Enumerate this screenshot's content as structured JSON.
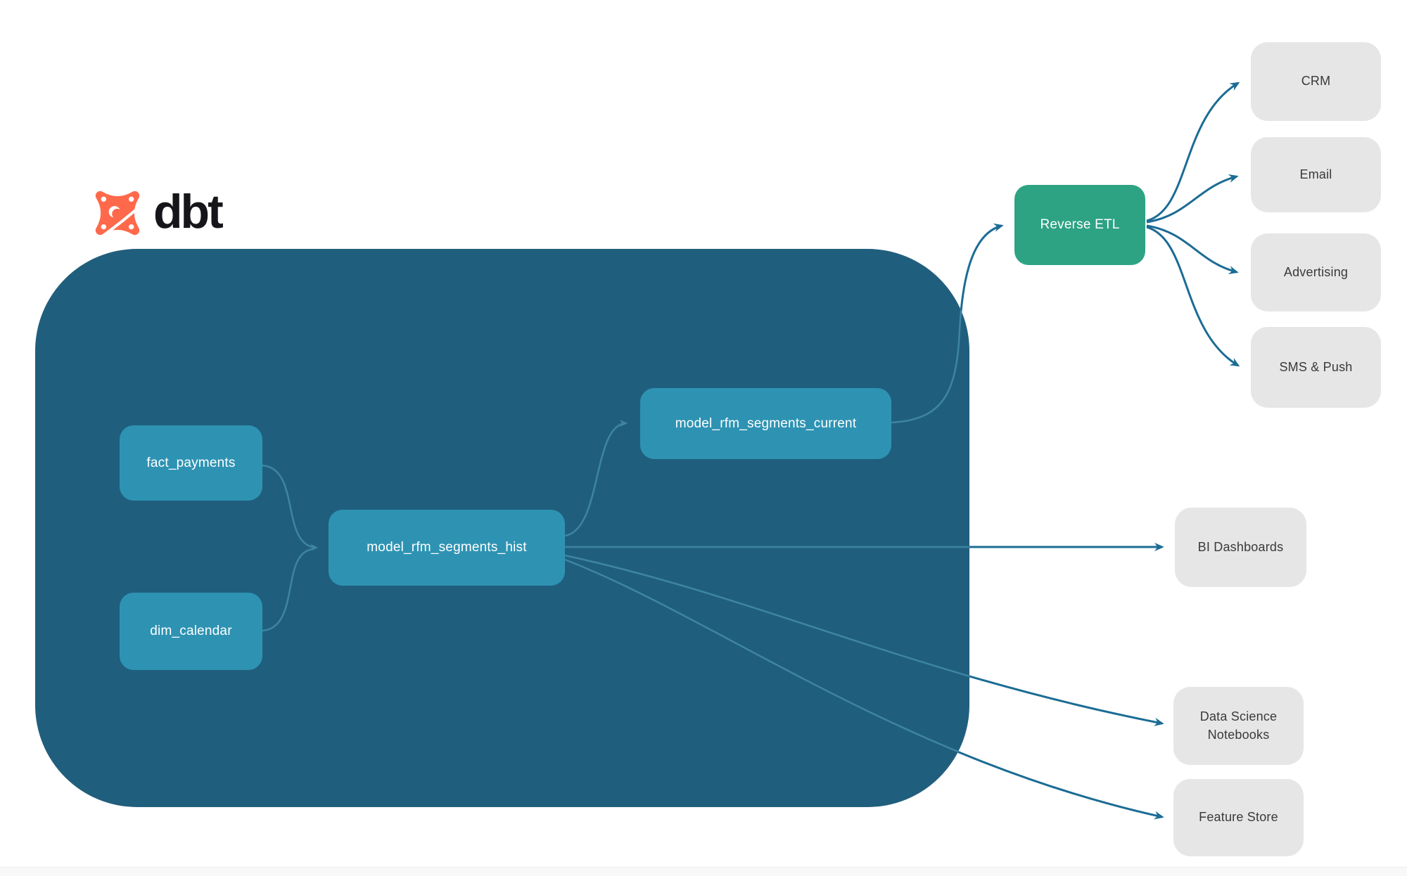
{
  "brand": {
    "name": "dbt",
    "logo_color": "#ff694b",
    "wordmark_color": "#16161a"
  },
  "diagram": {
    "warehouse": {
      "background_color": "#205e7d",
      "node_color": "#2e93b3",
      "nodes": [
        {
          "id": "fact_payments",
          "label": "fact_payments"
        },
        {
          "id": "dim_calendar",
          "label": "dim_calendar"
        },
        {
          "id": "model_rfm_segments_hist",
          "label": "model_rfm_segments_hist"
        },
        {
          "id": "model_rfm_segments_current",
          "label": "model_rfm_segments_current"
        }
      ]
    },
    "reverse_etl": {
      "id": "reverse_etl",
      "label": "Reverse ETL",
      "color": "#2da384"
    },
    "destination_color": "#e6e6e6",
    "destinations": [
      {
        "id": "crm",
        "label": "CRM"
      },
      {
        "id": "email",
        "label": "Email"
      },
      {
        "id": "advertising",
        "label": "Advertising"
      },
      {
        "id": "sms_push",
        "label": "SMS & Push"
      },
      {
        "id": "bi_dashboards",
        "label": "BI Dashboards"
      },
      {
        "id": "data_science_notebooks",
        "label": "Data Science Notebooks"
      },
      {
        "id": "feature_store",
        "label": "Feature Store"
      }
    ],
    "edges": [
      {
        "from": "fact_payments",
        "to": "model_rfm_segments_hist"
      },
      {
        "from": "dim_calendar",
        "to": "model_rfm_segments_hist"
      },
      {
        "from": "model_rfm_segments_hist",
        "to": "model_rfm_segments_current"
      },
      {
        "from": "model_rfm_segments_hist",
        "to": "bi_dashboards"
      },
      {
        "from": "model_rfm_segments_hist",
        "to": "data_science_notebooks"
      },
      {
        "from": "model_rfm_segments_hist",
        "to": "feature_store"
      },
      {
        "from": "model_rfm_segments_current",
        "to": "reverse_etl"
      },
      {
        "from": "reverse_etl",
        "to": "crm"
      },
      {
        "from": "reverse_etl",
        "to": "email"
      },
      {
        "from": "reverse_etl",
        "to": "advertising"
      },
      {
        "from": "reverse_etl",
        "to": "sms_push"
      }
    ],
    "edge_colors": {
      "outside_warehouse": "#1b6c94",
      "inside_warehouse": "#3d85a3"
    }
  }
}
